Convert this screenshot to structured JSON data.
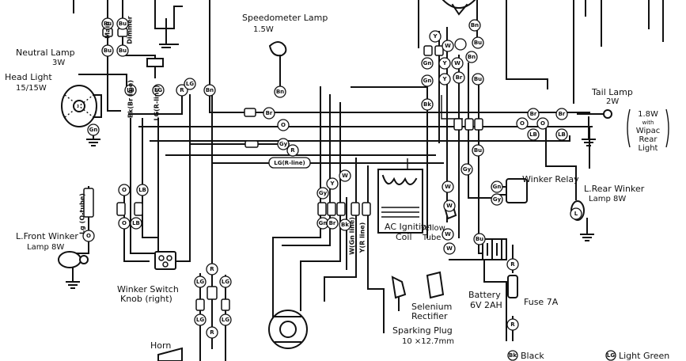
{
  "labels": {
    "speedometer_lamp": "Speedometer Lamp",
    "speedometer_lamp_w": "1.5W",
    "neutral_lamp": "Neutral Lamp",
    "neutral_lamp_w": "3W",
    "head_light": "Head Light",
    "head_light_w": "15/15W",
    "main": "Main",
    "dimmer": "Dimmer",
    "tail_lamp": "Tail Lamp",
    "tail_lamp_w": "2W",
    "wipac_1": "1.8W",
    "wipac_2": "with",
    "wipac_3": "Wipac",
    "wipac_4": "Rear",
    "wipac_5": "Light",
    "winker_relay": "Winker Relay",
    "l_rear_winker": "L.Rear Winker",
    "l_rear_winker_w": "Lamp 8W",
    "l_front_winker": "L.Front Winker",
    "l_front_winker_w": "Lamp 8W",
    "winker_switch": "Winker Switch",
    "winker_switch_knob": "Knob (right)",
    "ac_ignition": "AC Ignition",
    "coil": "Coil",
    "yellow": "Yellow",
    "tube": "Tube",
    "selenium": "Selenium",
    "rectifier": "Rectifier",
    "sparking_plug": "Sparking Plug",
    "sparking_plug_size": "10 ×12.7mm",
    "battery": "Battery",
    "battery_spec": "6V 2AH",
    "fuse": "Fuse 7A",
    "horn": "Horn",
    "lg_tube": "Lg (O-tube)",
    "lg_r_line": "LG(R-line)",
    "bk_br_line": "Bk(Br line)",
    "w_gn_line": "W(Gn line)",
    "y_r_line": "Y(R line)"
  },
  "legend": [
    {
      "code": "Bk",
      "name": "Black"
    },
    {
      "code": "LG",
      "name": "Light Green"
    }
  ],
  "tags": {
    "bu": "Bu",
    "bn": "Bn",
    "br": "Br",
    "bk": "Bk",
    "r": "R",
    "o": "O",
    "gy": "Gy",
    "gn": "Gn",
    "y": "Y",
    "w": "W",
    "lb": "LB",
    "lg": "LG",
    "l": "L"
  }
}
